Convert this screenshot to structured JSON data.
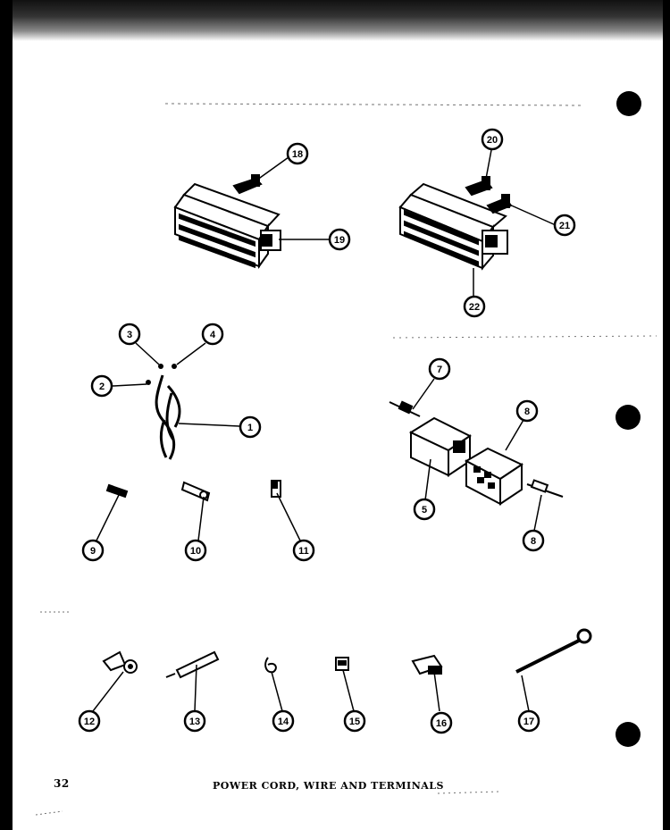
{
  "page": {
    "number": "32",
    "caption": "POWER CORD, WIRE AND TERMINALS"
  },
  "callouts": [
    {
      "id": "c18a",
      "label": "18"
    },
    {
      "id": "c19",
      "label": "19"
    },
    {
      "id": "c20",
      "label": "20"
    },
    {
      "id": "c21",
      "label": "21"
    },
    {
      "id": "c22",
      "label": "22"
    },
    {
      "id": "c3",
      "label": "3"
    },
    {
      "id": "c4",
      "label": "4"
    },
    {
      "id": "c2",
      "label": "2"
    },
    {
      "id": "c1",
      "label": "1"
    },
    {
      "id": "c7",
      "label": "7"
    },
    {
      "id": "c8a",
      "label": "8"
    },
    {
      "id": "c5",
      "label": "5"
    },
    {
      "id": "c8b",
      "label": "8"
    },
    {
      "id": "c9",
      "label": "9"
    },
    {
      "id": "c10",
      "label": "10"
    },
    {
      "id": "c11",
      "label": "11"
    },
    {
      "id": "c12",
      "label": "12"
    },
    {
      "id": "c13",
      "label": "13"
    },
    {
      "id": "c14",
      "label": "14"
    },
    {
      "id": "c15",
      "label": "15"
    },
    {
      "id": "c16",
      "label": "16"
    },
    {
      "id": "c17",
      "label": "17"
    }
  ],
  "colors": {
    "ink": "#000000",
    "paper": "#ffffff",
    "background": "#000000"
  }
}
